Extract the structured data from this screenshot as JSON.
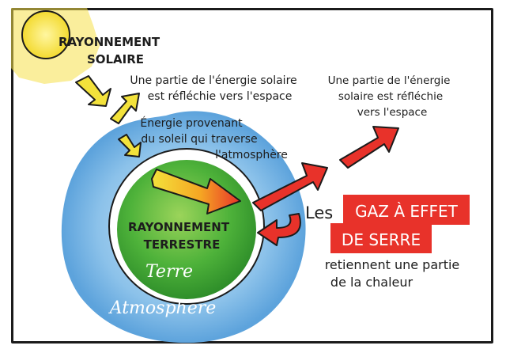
{
  "title_sun": [
    "RAYONNEMENT",
    "SOLAIRE"
  ],
  "reflect_left": [
    "Une partie de l'énergie solaire",
    "est réfléchie vers l'espace"
  ],
  "reflect_right": [
    "Une partie de l'énergie",
    "solaire est réfléchie",
    "vers l'espace"
  ],
  "energy_through": [
    "Énergie provenant",
    "du soleil qui traverse",
    "l'atmosphère"
  ],
  "earth_radiation": [
    "RAYONNEMENT",
    "TERRESTRE"
  ],
  "label_earth": "Terre",
  "label_atmosphere": "Atmosphère",
  "ghg": {
    "prefix": "Les",
    "highlight_line1": "GAZ À EFFET",
    "highlight_line2": "DE SERRE",
    "suffix_line1": "retiennent une partie",
    "suffix_line2": "de la chaleur"
  },
  "colors": {
    "sun": "#f6e04a",
    "sun_ray": "#f0dc3c",
    "atmosphere": "#7fb8e6",
    "earth": "#4eb23a",
    "arrow_red": "#e8322a",
    "arrow_yellow": "#f3e23b",
    "highlight_red": "#e8322a"
  }
}
